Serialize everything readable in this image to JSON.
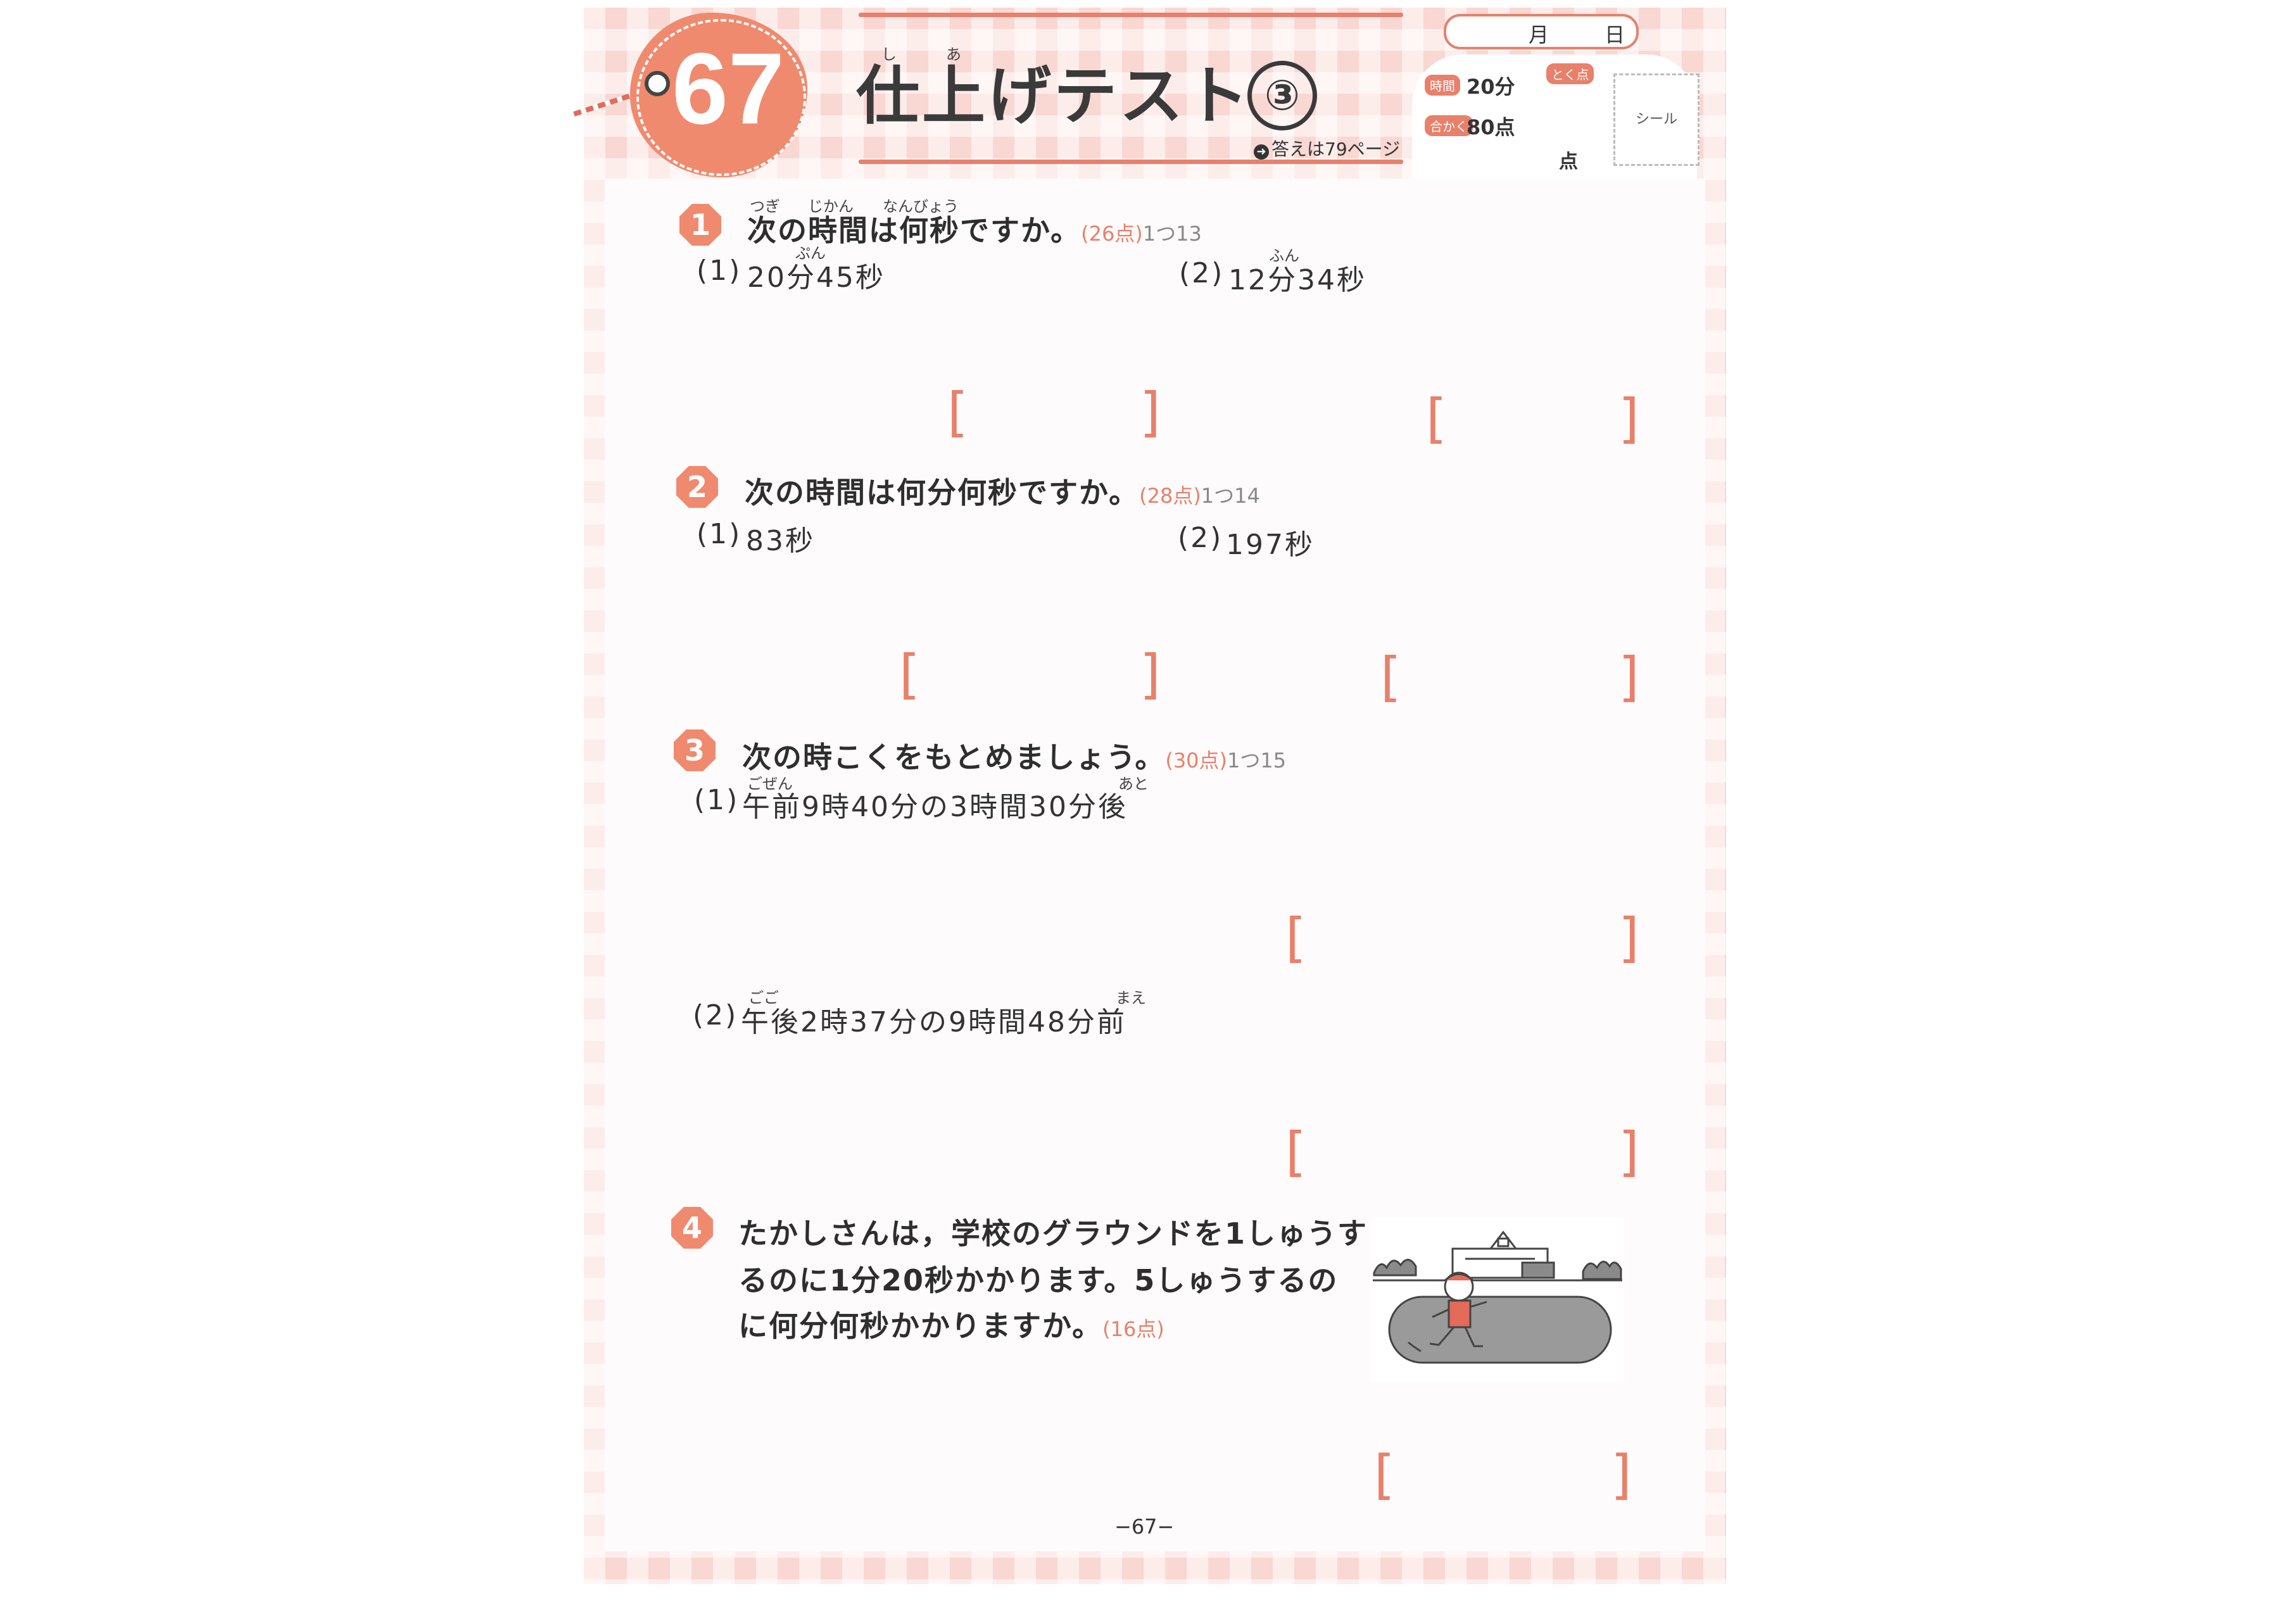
{
  "header": {
    "number": "67",
    "title": "仕上げテスト",
    "title_num": "③",
    "furigana_shi": "し",
    "furigana_a": "あ",
    "answer_ref": "答えは79ページ",
    "date_month": "月",
    "date_day": "日",
    "time_label": "時間",
    "time_value": "20分",
    "pass_label": "合かく",
    "pass_value": "80点",
    "score_label": "とく点",
    "score_unit": "点",
    "seal": "シール"
  },
  "q1": {
    "num": "1",
    "text": "次の時間は何秒ですか。",
    "points": "(26点)",
    "each": "1つ13",
    "furi": [
      "つぎ",
      "じかん",
      "なんびょう"
    ],
    "items": [
      {
        "label": "(1)",
        "text": "20分45秒",
        "furi": "ぷん"
      },
      {
        "label": "(2)",
        "text": "12分34秒",
        "furi": "ふん"
      }
    ]
  },
  "q2": {
    "num": "2",
    "text": "次の時間は何分何秒ですか。",
    "points": "(28点)",
    "each": "1つ14",
    "items": [
      {
        "label": "(1)",
        "text": "83秒"
      },
      {
        "label": "(2)",
        "text": "197秒"
      }
    ]
  },
  "q3": {
    "num": "3",
    "text": "次の時こくをもとめましょう。",
    "points": "(30点)",
    "each": "1つ15",
    "items": [
      {
        "label": "(1)",
        "text": "午前9時40分の3時間30分後",
        "furi1": "ごぜん",
        "furi2": "あと"
      },
      {
        "label": "(2)",
        "text": "午後2時37分の9時間48分前",
        "furi1": "ごご",
        "furi2": "まえ"
      }
    ]
  },
  "q4": {
    "num": "4",
    "lines": [
      "たかしさんは，学校のグラウンドを1しゅうす",
      "るのに1分20秒かかります。5しゅうするの",
      "に何分何秒かかりますか。"
    ],
    "points": "(16点)"
  },
  "bracket_open": "[",
  "bracket_close": "]",
  "footer": "−67−",
  "colors": {
    "accent": "#e8806b",
    "badge": "#f08a6e"
  }
}
